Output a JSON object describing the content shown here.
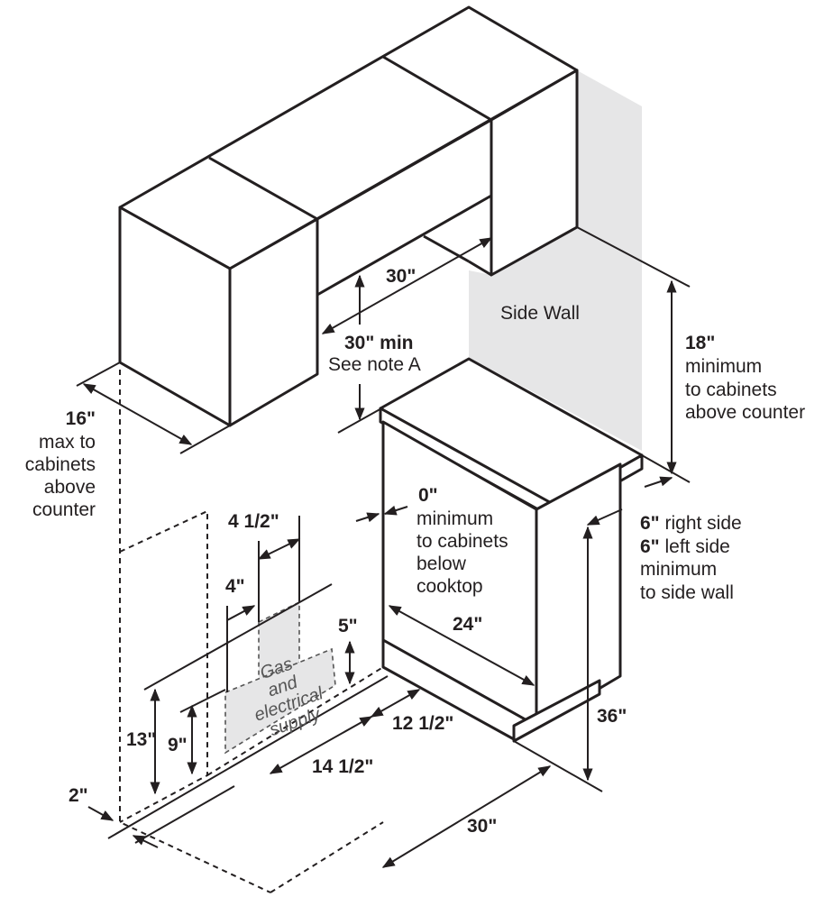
{
  "dimensions": {
    "cab_width_30": "30\"",
    "clearance_30_min": "30\" min",
    "note_a": "See note A",
    "side_wall": "Side Wall",
    "d18": "18\"",
    "d18_text": [
      "minimum",
      "to cabinets",
      "above counter"
    ],
    "d16": "16\"",
    "d16_text": [
      "max to",
      "cabinets",
      "above",
      "counter"
    ],
    "d0": "0\"",
    "d0_text": [
      "minimum",
      "to cabinets",
      "below",
      "cooktop"
    ],
    "d6_right_num": "6\"",
    "d6_right_text": " right side",
    "d6_left_num": "6\"",
    "d6_left_text": " left side",
    "d6_text": [
      "minimum",
      "to side wall"
    ],
    "d4_half": "4 1/2\"",
    "d4": "4\"",
    "d5": "5\"",
    "d24": "24\"",
    "d12_half": "12 1/2\"",
    "d14_half": "14 1/2\"",
    "d13": "13\"",
    "d9": "9\"",
    "d2": "2\"",
    "d30_bottom": "30\"",
    "d36": "36\"",
    "gas_supply": [
      "Gas",
      "and",
      "electrical",
      "supply"
    ]
  }
}
